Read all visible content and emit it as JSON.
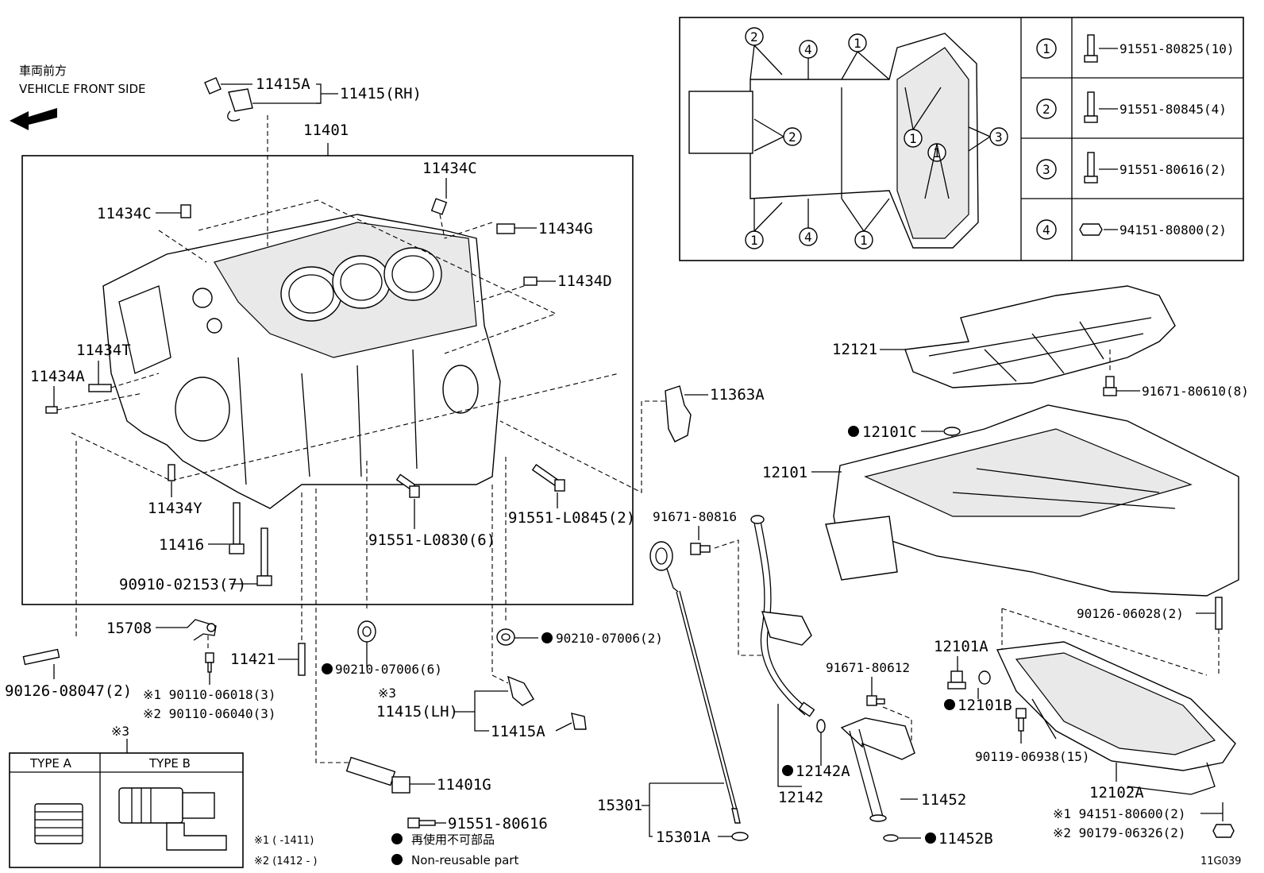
{
  "header": {
    "front_jp": "車両前方",
    "front_en": "VEHICLE FRONT SIDE"
  },
  "figure_id": "11G039",
  "labels": {
    "p11415A_top": "11415A",
    "p11415_rh": "11415(RH)",
    "p11401": "11401",
    "p11434C_a": "11434C",
    "p11434C_b": "11434C",
    "p11434G": "11434G",
    "p11434D": "11434D",
    "p11434T": "11434T",
    "p11434A": "11434A",
    "p11434Y": "11434Y",
    "p11416": "11416",
    "p90910": "90910-02153(7)",
    "p91551_L0830": "91551-L0830(6)",
    "p91551_L0845": "91551-L0845(2)",
    "p11363A": "11363A",
    "p15708": "15708",
    "p11421": "11421",
    "p90126_08047": "90126-08047(2)",
    "p90110_a": "※1 90110-06018(3)",
    "p90110_b": "※2 90110-06040(3)",
    "p90210_6": "90210-07006(6)",
    "p90210_2": "90210-07006(2)",
    "p_mark3": "※3",
    "p11415_lh": "11415(LH)",
    "p11415A_bot": "11415A",
    "p11401G": "11401G",
    "p91551_80616": "91551-80616",
    "p91671_80816": "91671-80816",
    "p15301": "15301",
    "p15301A": "15301A",
    "p12142": "12142",
    "p12142A": "12142A",
    "p91671_80612": "91671-80612",
    "p11452": "11452",
    "p11452B": "11452B",
    "p12121": "12121",
    "p91671_80610": "91671-80610(8)",
    "p12101C": "12101C",
    "p12101": "12101",
    "p90126_06028": "90126-06028(2)",
    "p12101A": "12101A",
    "p12101B": "12101B",
    "p90119": "90119-06938(15)",
    "p12102A": "12102A",
    "p94151_80600": "※1 94151-80600(2)",
    "p90179": "※2 90179-06326(2)"
  },
  "bolt_table": [
    {
      "num": "1",
      "part": "91551-80825(10)"
    },
    {
      "num": "2",
      "part": "91551-80845(4)"
    },
    {
      "num": "3",
      "part": "91551-80616(2)"
    },
    {
      "num": "4",
      "part": "94151-80800(2)"
    }
  ],
  "inset_callouts": [
    "2",
    "4",
    "1",
    "2",
    "3",
    "1",
    "1",
    "1",
    "4",
    "1"
  ],
  "type_table": {
    "mark": "※3",
    "type_a": "TYPE A",
    "type_b": "TYPE B"
  },
  "notes": {
    "n1": "※1 (      -1411)",
    "n2": "※2 (1412 -      )",
    "nonreuse_jp": "再使用不可部品",
    "nonreuse_en": "Non-reusable part"
  }
}
